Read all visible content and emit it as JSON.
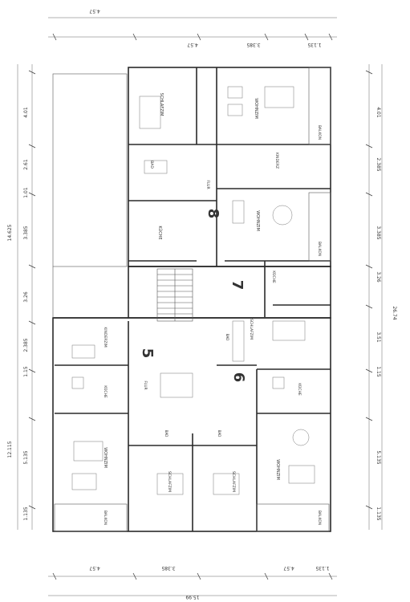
{
  "left_dims": [
    "14.625",
    "12.115",
    "3.385",
    "3.26",
    "2.61",
    "1.01",
    "4.01",
    "2.385",
    "1.15",
    "5.135",
    "1.135"
  ],
  "right_dims": [
    "26.74",
    "4.01",
    "2.385",
    "3.51",
    "3.26",
    "1.15",
    "5.135",
    "1.135",
    "3.385"
  ],
  "bottom_dims": [
    "15.99",
    "4.57",
    "3.385",
    "4.57",
    "1.135"
  ],
  "top_dims": [
    "4.57",
    "3.385",
    "4.57",
    "1.135"
  ],
  "rooms": {
    "schlafzim_top": "SCHLAFZIM",
    "wohnzim_top": "WOHNZIM",
    "balkon_tr": "BALKON",
    "bad_top": "BAD",
    "kinderz_top": "KINDERZ",
    "flur_top": "FLUR",
    "kuche_8": "KÜCHE",
    "wohnzim_8": "WOHNZIM",
    "balkon_r2": "BALKON",
    "kuche_7": "KÜCHE",
    "schlafzim_7": "SCHLAFZIM",
    "bad_7": "BAD",
    "kinderz_5": "KINDERZIM",
    "kuche_5": "KÜCHE",
    "flur_5": "FLUR",
    "wohnzim_5": "WOHNZIM",
    "schlafzim_5": "SCHLAFZIM",
    "bad_5": "BAD",
    "bad_6": "BAD",
    "schlafzim_6": "SCHLAFZIM",
    "kuche_6": "KÜCHE",
    "wohnzim_6": "WOHNZIM",
    "balkon_bl": "BALKON",
    "balkon_br": "BALKON"
  },
  "units": {
    "u8": "8",
    "u7": "7",
    "u5": "5",
    "u6": "6"
  }
}
